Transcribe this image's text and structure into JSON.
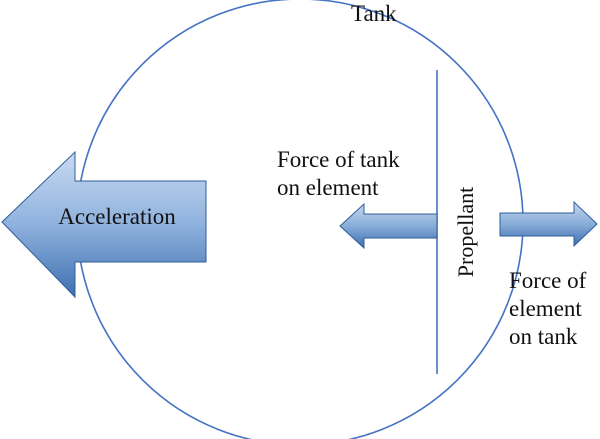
{
  "labels": {
    "tank": "Tank",
    "force_tank_on_element": [
      "Force of tank",
      "on element"
    ],
    "acceleration": "Acceleration",
    "propellant": "Propellant",
    "force_element_on_tank": [
      "Force of",
      "element",
      "on tank"
    ]
  },
  "colors": {
    "outline": "#4472c4",
    "arrow_light": "#b7cdea",
    "arrow_mid": "#7fa5d6",
    "arrow_dark": "#2f5d99",
    "text": "#111111"
  },
  "icons": {
    "acceleration_arrow": "left-arrow-icon",
    "force_left_arrow": "left-arrow-icon",
    "force_right_arrow": "right-arrow-icon"
  }
}
